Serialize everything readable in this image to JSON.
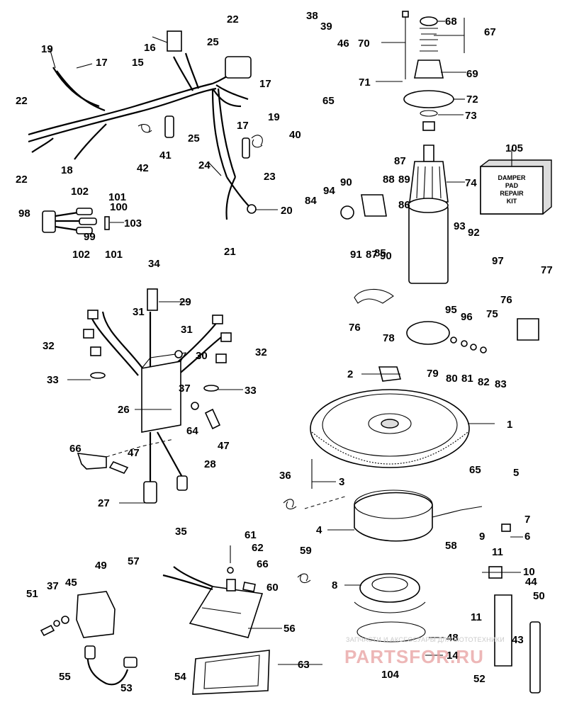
{
  "damper_kit": {
    "line1": "DAMPER",
    "line2": "PAD",
    "line3": "REPAIR",
    "line4": "KIT"
  },
  "watermark": {
    "small": "ЗАПЧАСТИ И АКСЕССУАРЫ ДЛЯ МОТОТЕХНИКИ",
    "big": "PARTSFOR.RU"
  },
  "callouts": [
    "1",
    "2",
    "3",
    "4",
    "5",
    "6",
    "7",
    "8",
    "9",
    "10",
    "11",
    "11",
    "14",
    "15",
    "16",
    "17",
    "17",
    "17",
    "18",
    "19",
    "19",
    "20",
    "21",
    "22",
    "22",
    "22",
    "23",
    "24",
    "25",
    "25",
    "26",
    "27",
    "28",
    "29",
    "30",
    "31",
    "31",
    "32",
    "32",
    "33",
    "33",
    "34",
    "35",
    "36",
    "37",
    "37",
    "38",
    "39",
    "40",
    "41",
    "42",
    "43",
    "44",
    "45",
    "47",
    "47",
    "48",
    "49",
    "50",
    "51",
    "52",
    "53",
    "54",
    "55",
    "56",
    "57",
    "58",
    "59",
    "60",
    "61",
    "62",
    "63",
    "64",
    "65",
    "65",
    "66",
    "66",
    "67",
    "68",
    "69",
    "70",
    "71",
    "72",
    "73",
    "74",
    "75",
    "76",
    "76",
    "77",
    "78",
    "79",
    "80",
    "81",
    "82",
    "83",
    "84",
    "85",
    "86",
    "87",
    "87",
    "88",
    "89",
    "90",
    "90",
    "91",
    "92",
    "93",
    "94",
    "95",
    "96",
    "97",
    "98",
    "99",
    "100",
    "101",
    "101",
    "102",
    "102",
    "103",
    "104",
    "105",
    "46"
  ]
}
